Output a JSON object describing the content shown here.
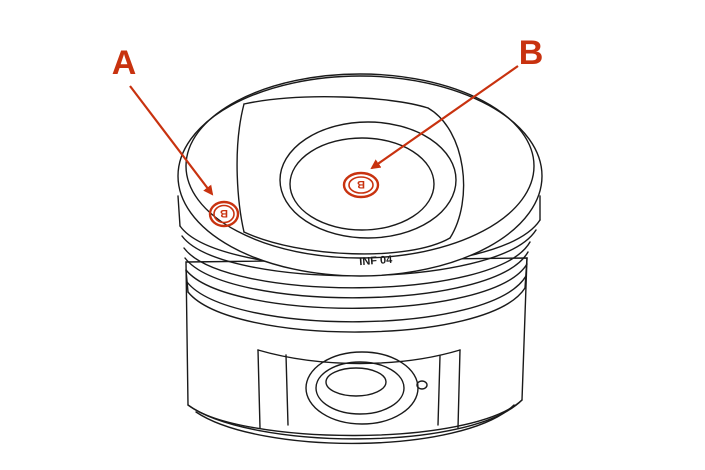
{
  "callouts": {
    "a": {
      "letter": "A",
      "marking": "B"
    },
    "b": {
      "letter": "B",
      "marking": "B"
    }
  },
  "piston": {
    "stamp": "INF 04"
  },
  "colors": {
    "callout": "#c8320f",
    "line": "#1a1a1a",
    "background": "#ffffff"
  }
}
